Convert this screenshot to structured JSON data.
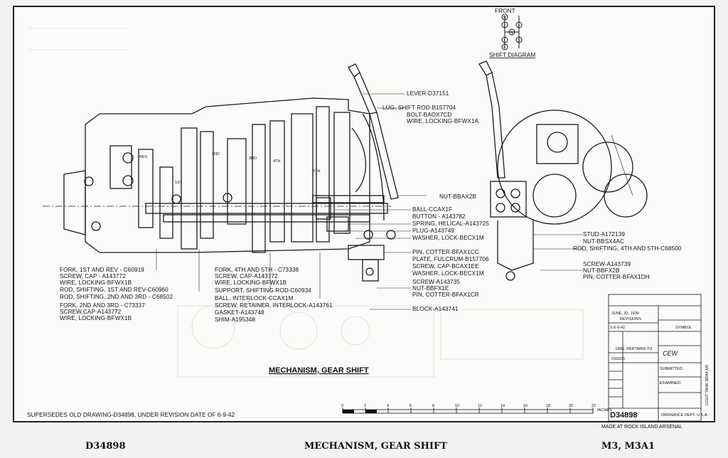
{
  "footer": {
    "left": "D34898",
    "center": "MECHANISM, GEAR SHIFT",
    "right": "M3, M3A1"
  },
  "drawing": {
    "title": "MECHANISM, GEAR SHIFT",
    "supersedes": "SUPERSEDES OLD DRAWING-D34898, UNDER REVISION DATE OF 6-9-42",
    "scale_unit": "INCHES",
    "scale_ticks": [
      "0",
      "2",
      "4",
      "6",
      "8",
      "10",
      "12",
      "14",
      "16",
      "18",
      "20",
      "22"
    ],
    "shift_diagram": {
      "front": "FRONT",
      "label": "SHIFT DIAGRAM",
      "positions": [
        "R",
        "2",
        "4",
        "N",
        "1",
        "3",
        "5"
      ]
    },
    "gear_marks": [
      "REV.",
      "1ST",
      "2ND",
      "3RD",
      "4TH",
      "5TH"
    ],
    "left_labels": [
      "FORK, 1ST AND REV - C60919",
      "SCREW, CAP - A143772",
      "WIRE, LOCKING-BFWX1B",
      "ROD, SHIFTING, 1ST AND REV-C60960",
      "ROD, SHIFTING, 2ND AND 3RD - C68502",
      "FORK, 2ND AND 3RD - C73337",
      "SCREW,CAP-A143772",
      "WIRE, LOCKING-BFWX1B"
    ],
    "middle_labels": [
      "FORK, 4TH AND 5TH - C73338",
      "SCREW, CAP-A143772",
      "WIRE, LOCKING-BFWX1B",
      "SUPPORT, SHIFTING ROD-C60934",
      "BALL, INTERLOCK-CCAX1M",
      "SCREW, RETAINER, INTERLOCK-A143761",
      "GASKET-A143748",
      "SHIM-A195348"
    ],
    "right_labels": [
      "LEVER-D37151",
      "LUG, SHIFT ROD-B157704",
      "BOLT-BAOX7CD",
      "WIRE, LOCKING-BFWX1A",
      "NUT-BBAX2B",
      "BALL-CCAX1F",
      "BUTTON - A143782",
      "SPRING, HELICAL-A143725",
      "PLUG-A143749",
      "WASHER, LOCK-BECX1M",
      "PIN, COTTER-BFAX1CC",
      "PLATE, FULCRUM-B157706",
      "SCREW, CAP-BCAX1EE",
      "WASHER, LOCK-BECX1M",
      "SCREW-A143735",
      "NUT-BBFX1E",
      "PIN, COTTER-BFAX1CR",
      "BLOCK-A143741"
    ],
    "far_right_labels": [
      "STUD-A172139",
      "NUT-BBSX4AC",
      "ROD, SHIFTING, 4TH AND 5TH-C68500",
      "SCREW-A143739",
      "NUT-BBFX2B",
      "PIN, COTTER-BFAX1DH"
    ],
    "title_block": {
      "date": "JUNE, 30, 1939",
      "revisions": "REVISIONS",
      "rev_entry": "S 6-9-42",
      "symbol": "SYMBOL",
      "drg_pertains": "DRG. PERTAINS TO",
      "pertains_no": "C69221",
      "submitted": "SUBMITTED:",
      "examined": "EXAMINED:",
      "number": "D34898",
      "dept": "ORDNANCE DEPT. U.S.A.",
      "arsenal": "MADE AT ROCK ISLAND ARSENAL",
      "side": "LIGHT TANK M2A4,M3",
      "initials": "CEW"
    }
  }
}
